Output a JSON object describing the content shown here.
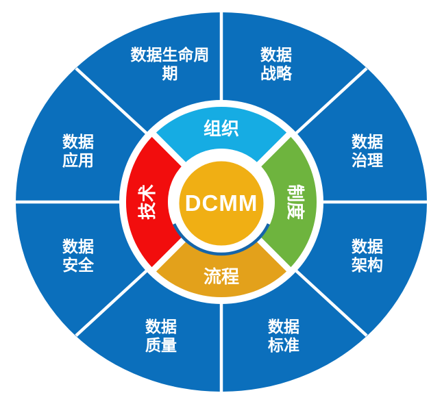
{
  "diagram": {
    "name": "DCMM capability wheel",
    "center": {
      "label": "DCMM"
    },
    "colors": {
      "outer_ring_blue": "#0B6FBC",
      "divider_white": "#FFFFFF",
      "accent_arc_blue": "#1565A9",
      "center_gold": "#F0AF14"
    },
    "inner_ring": [
      {
        "id": "organization",
        "label": "组织",
        "color": "#16ACE3",
        "position": "top"
      },
      {
        "id": "institution",
        "label": "制度",
        "color": "#6EB43E",
        "position": "right"
      },
      {
        "id": "process",
        "label": "流程",
        "color": "#E3A11B",
        "position": "bottom"
      },
      {
        "id": "technology",
        "label": "技术",
        "color": "#F20D0D",
        "position": "left"
      }
    ],
    "outer_ring": [
      {
        "id": "data-strategy",
        "label": "数据战略",
        "line1": "数据",
        "line2": "战略"
      },
      {
        "id": "data-governance",
        "label": "数据治理",
        "line1": "数据",
        "line2": "治理"
      },
      {
        "id": "data-architecture",
        "label": "数据架构",
        "line1": "数据",
        "line2": "架构"
      },
      {
        "id": "data-standards",
        "label": "数据标准",
        "line1": "数据",
        "line2": "标准"
      },
      {
        "id": "data-quality",
        "label": "数据质量",
        "line1": "数据",
        "line2": "质量"
      },
      {
        "id": "data-security",
        "label": "数据安全",
        "line1": "数据",
        "line2": "安全"
      },
      {
        "id": "data-application",
        "label": "数据应用",
        "line1": "数据",
        "line2": "应用"
      },
      {
        "id": "data-lifecycle",
        "label": "数据生命周期",
        "line1": "数据生命周",
        "line2": "期"
      }
    ]
  }
}
